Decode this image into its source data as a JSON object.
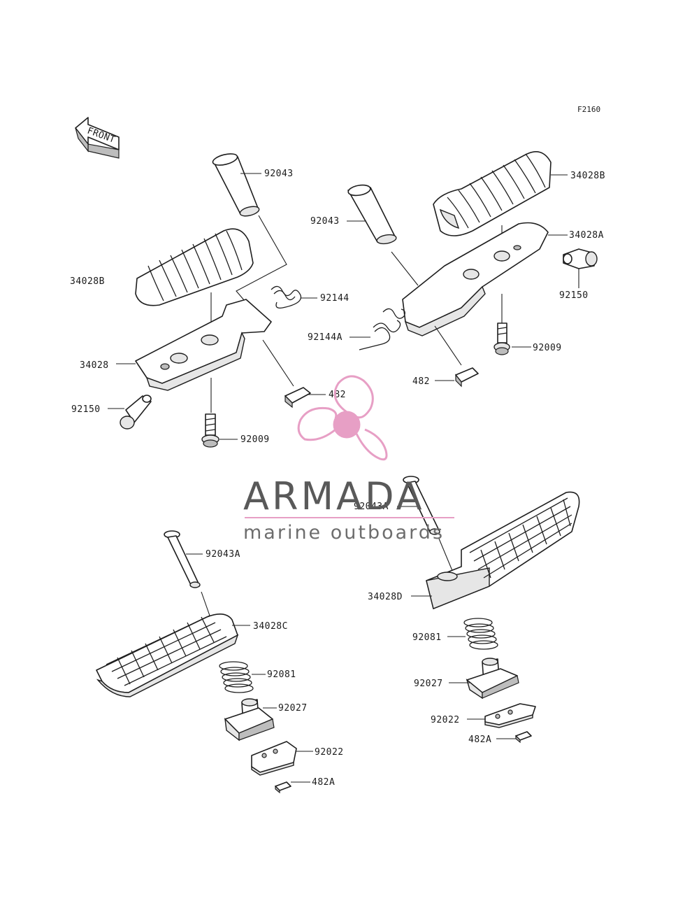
{
  "figure_id": "F2160",
  "front_arrow": {
    "label": "FRONT"
  },
  "watermark": {
    "brand": "ARMADA",
    "tagline": "marine outboards",
    "colors": {
      "logo": "#e79fc5",
      "brand_text": "#595959",
      "tagline_text": "#6d6d6d",
      "rule": "#e79fc5"
    }
  },
  "callouts": [
    {
      "id": "tl-92043",
      "label": "92043"
    },
    {
      "id": "tl-34028B",
      "label": "34028B"
    },
    {
      "id": "tl-92144",
      "label": "92144"
    },
    {
      "id": "tl-34028",
      "label": "34028"
    },
    {
      "id": "tl-482",
      "label": "482"
    },
    {
      "id": "tl-92150",
      "label": "92150"
    },
    {
      "id": "tl-92009",
      "label": "92009"
    },
    {
      "id": "tr-92043",
      "label": "92043"
    },
    {
      "id": "tr-34028B",
      "label": "34028B"
    },
    {
      "id": "tr-34028A",
      "label": "34028A"
    },
    {
      "id": "tr-92150",
      "label": "92150"
    },
    {
      "id": "tr-92144A",
      "label": "92144A"
    },
    {
      "id": "tr-92009",
      "label": "92009"
    },
    {
      "id": "tr-482",
      "label": "482"
    },
    {
      "id": "bl-92043A",
      "label": "92043A"
    },
    {
      "id": "bl-34028C",
      "label": "34028C"
    },
    {
      "id": "bl-92081",
      "label": "92081"
    },
    {
      "id": "bl-92027",
      "label": "92027"
    },
    {
      "id": "bl-92022",
      "label": "92022"
    },
    {
      "id": "bl-482A",
      "label": "482A"
    },
    {
      "id": "br-92043A",
      "label": "92043A"
    },
    {
      "id": "br-34028D",
      "label": "34028D"
    },
    {
      "id": "br-92081",
      "label": "92081"
    },
    {
      "id": "br-92027",
      "label": "92027"
    },
    {
      "id": "br-92022",
      "label": "92022"
    },
    {
      "id": "br-482A",
      "label": "482A"
    }
  ]
}
